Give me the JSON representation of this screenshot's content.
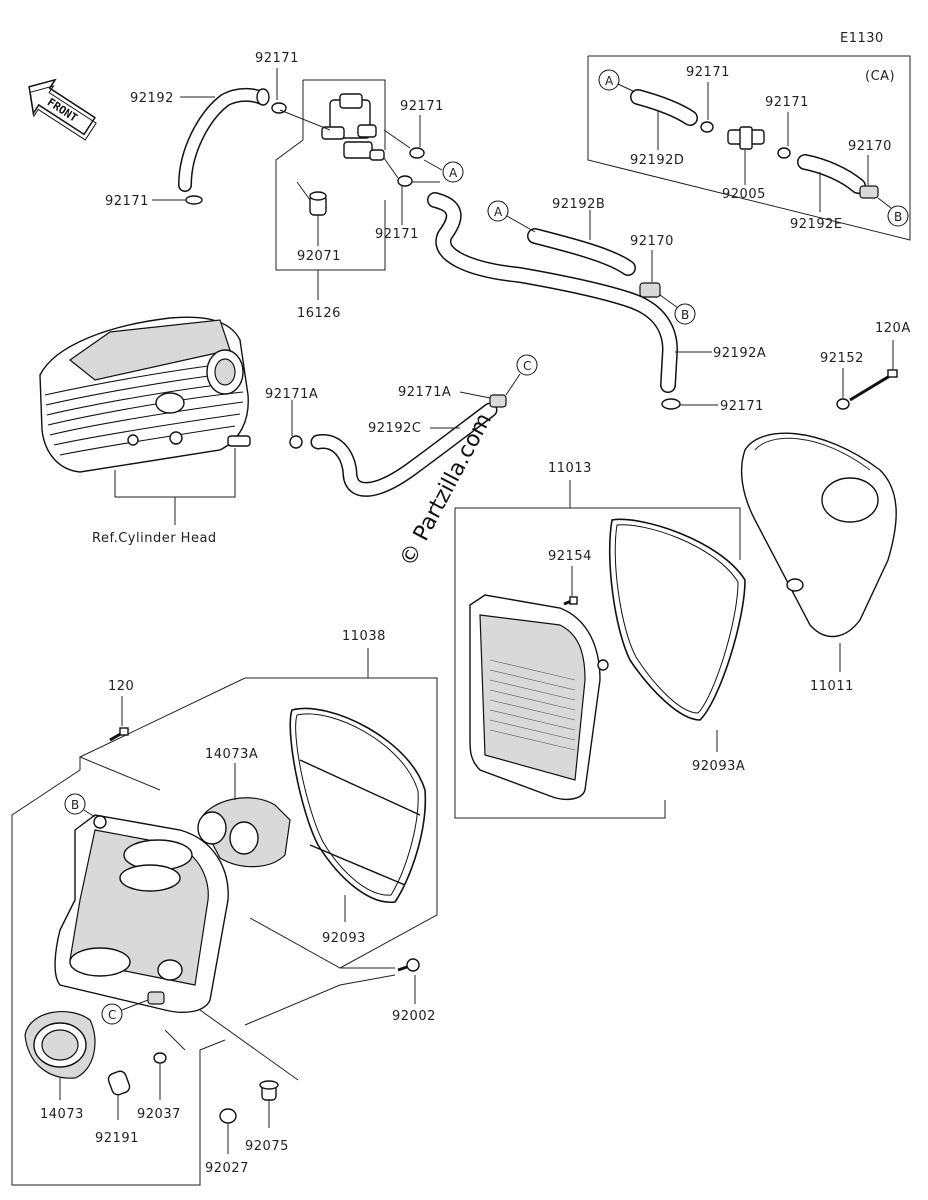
{
  "diagram_id": "E1130",
  "watermark": "© Partzilla.com",
  "front_label": "FRONT",
  "ca_label": "(CA)",
  "ref_label": "Ref.Cylinder Head",
  "parts": {
    "p92192": "92192",
    "p92171_a": "92171",
    "p92171_b": "92171",
    "p92171_c": "92171",
    "p92171_d": "92171",
    "p92171_e": "92171",
    "p92171_ca1": "92171",
    "p92171_ca2": "92171",
    "p92071": "92071",
    "p16126": "16126",
    "p92192B": "92192B",
    "p92170_a": "92170",
    "p92170_ca": "92170",
    "p92192D": "92192D",
    "p92005": "92005",
    "p92192E": "92192E",
    "p92192A": "92192A",
    "p92171A_a": "92171A",
    "p92171A_b": "92171A",
    "p92192C": "92192C",
    "p120A": "120A",
    "p92152": "92152",
    "p11013": "11013",
    "p92154": "92154",
    "p11011": "11011",
    "p92093A": "92093A",
    "p11038": "11038",
    "p120": "120",
    "p14073A": "14073A",
    "p92093": "92093",
    "p92002": "92002",
    "p14073": "14073",
    "p92037": "92037",
    "p92191": "92191",
    "p92075": "92075",
    "p92027": "92027"
  },
  "callouts": {
    "a1": "A",
    "a2": "A",
    "a3": "A",
    "b1": "B",
    "b2": "B",
    "b3": "B",
    "c1": "C",
    "c2": "C"
  }
}
